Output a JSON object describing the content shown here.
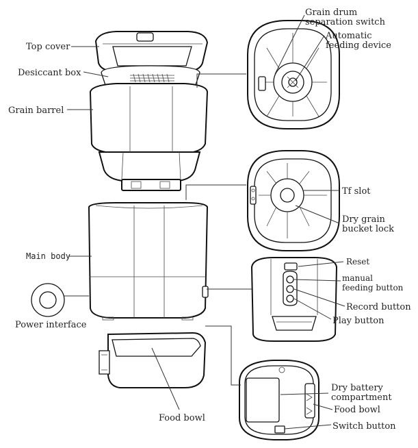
{
  "labels": {
    "top_cover": "Top cover",
    "desiccant_box": "Desiccant box",
    "grain_barrel": "Grain barrel",
    "main_body": "Main body",
    "power_interface": "Power interface",
    "food_bowl_left": "Food bowl",
    "grain_drum_switch_line1": "Grain drum",
    "grain_drum_switch_line2": "separation switch",
    "automatic_feeding_line1": "Automatic",
    "automatic_feeding_line2": "feeding device",
    "tf_slot": "Tf slot",
    "dry_grain_lock_line1": "Dry grain",
    "dry_grain_lock_line2": "bucket lock",
    "reset": "Reset",
    "manual_feeding_line1": "manual",
    "manual_feeding_line2": "feeding button",
    "record_button": "Record button",
    "play_button": "Play button",
    "dry_battery_line1": "Dry battery",
    "dry_battery_line2": "compartment",
    "food_bowl_right": "Food bowl",
    "switch_button": "Switch button"
  }
}
